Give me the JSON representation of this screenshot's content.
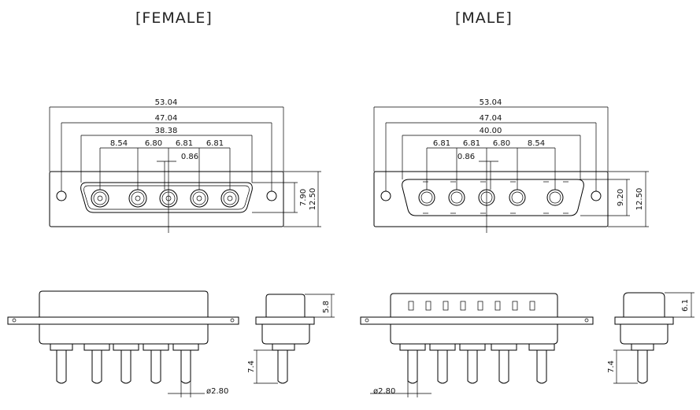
{
  "titles": {
    "female": "[FEMALE]",
    "male": "[MALE]"
  },
  "female": {
    "overall": "53.04",
    "mount": "47.04",
    "shell": "38.38",
    "pitch": [
      "8.54",
      "6.80",
      "6.81",
      "6.81"
    ],
    "offset": "0.86",
    "shell_height": "7.90",
    "flange_height": "12.50",
    "side_height": "5.8",
    "pin_length": "7.4",
    "pin_dia": "ø2.80"
  },
  "male": {
    "overall": "53.04",
    "mount": "47.04",
    "shell": "40.00",
    "pitch": [
      "6.81",
      "6.81",
      "6.80",
      "8.54"
    ],
    "offset": "0.86",
    "shell_height": "9.20",
    "flange_height": "12.50",
    "side_height": "6.1",
    "pin_length": "7.4",
    "pin_dia": "ø2.80"
  }
}
